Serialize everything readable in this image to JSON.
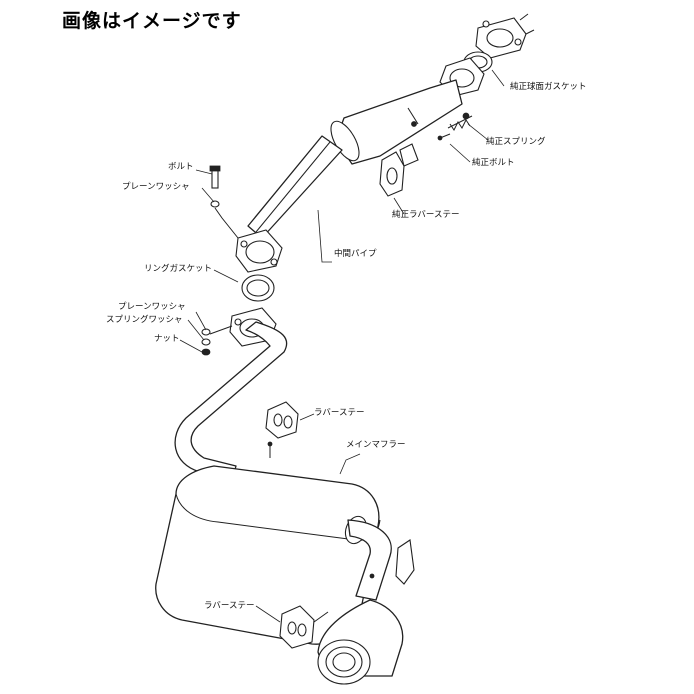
{
  "title": "画像はイメージです",
  "labels": {
    "oem_ball_gasket": "純正球面ガスケット",
    "oem_spring": "純正スプリング",
    "oem_bolt": "純正ボルト",
    "oem_rubber_stay": "純正ラバーステー",
    "bolt": "ボルト",
    "plain_washer_top": "プレーンワッシャ",
    "middle_pipe": "中間パイプ",
    "ring_gasket": "リングガスケット",
    "plain_washer": "プレーンワッシャ",
    "spring_washer": "スプリングワッシャ",
    "nut": "ナット",
    "rubber_stay_upper": "ラバーステー",
    "main_muffler": "メインマフラー",
    "rubber_stay_lower": "ラバーステー"
  }
}
